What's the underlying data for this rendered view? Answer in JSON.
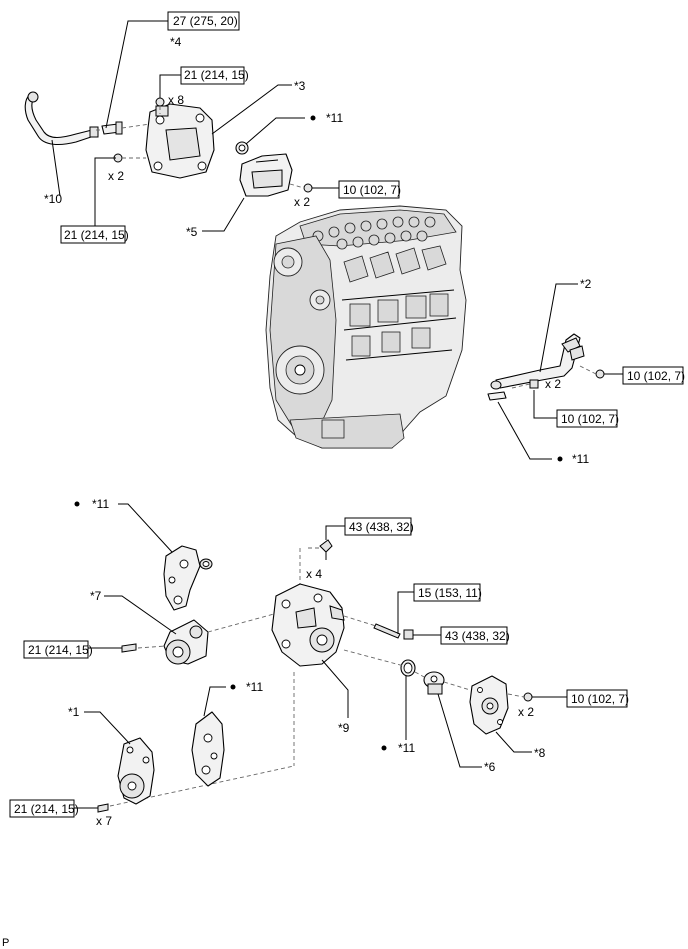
{
  "torque_labels": {
    "t4": "27 (275, 20)",
    "t3a": "21 (214, 15)",
    "t3b": "21 (214, 15)",
    "t5": "10 (102, 7)",
    "t2a": "10 (102, 7)",
    "t2b": "10 (102, 7)",
    "t9top": "43 (438, 32)",
    "t_stud": "15 (153, 11)",
    "t9nut": "43 (438, 32)",
    "t7": "21 (214, 15)",
    "t8": "10 (102, 7)",
    "t1": "21 (214, 15)"
  },
  "callouts": {
    "c4": "*4",
    "c3": "*3",
    "c10": "*10",
    "c11a": "*11",
    "c5": "*5",
    "c2": "*2",
    "c11b": "*11",
    "c11c": "*11",
    "c7": "*7",
    "c9": "*9",
    "c11d": "*11",
    "c1": "*1",
    "c11e": "*11",
    "c6": "*6",
    "c8": "*8"
  },
  "quantities": {
    "q3top": "x 8",
    "q3left": "x 2",
    "q5": "x 2",
    "q2": "x 2",
    "q9": "x 4",
    "q8": "x 2",
    "q1": "x 7"
  },
  "footer_code": "P"
}
